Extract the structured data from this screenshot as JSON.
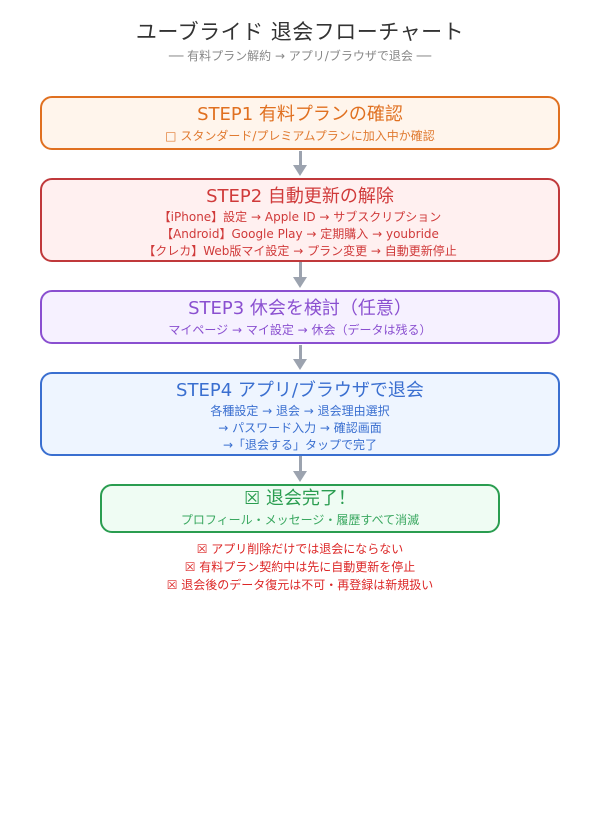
{
  "header": {
    "title": "ユーブライド 退会フローチャート",
    "subtitle": "── 有料プラン解約 → アプリ/ブラウザで退会 ──"
  },
  "steps": [
    {
      "title": "STEP1 有料プランの確認",
      "lines": [
        "□ スタンダード/プレミアムプランに加入中か確認"
      ],
      "color": "#e07020",
      "bg": "#fff5ec"
    },
    {
      "title": "STEP2 自動更新の解除",
      "lines": [
        "【iPhone】設定 → Apple ID → サブスクリプション",
        "【Android】Google Play → 定期購入 → youbride",
        "【クレカ】Web版マイ設定 → プラン変更 → 自動更新停止"
      ],
      "color": "#d03a3a",
      "bg": "#fff0f0"
    },
    {
      "title": "STEP3 休会を検討（任意）",
      "lines": [
        "マイページ → マイ設定 → 休会（データは残る）"
      ],
      "color": "#8a4fd0",
      "bg": "#f6f1ff"
    },
    {
      "title": "STEP4 アプリ/ブラウザで退会",
      "lines": [
        "各種設定 → 退会 → 退会理由選択",
        "→ パスワード入力 → 確認画面",
        "→「退会する」タップで完了"
      ],
      "color": "#3a6fd0",
      "bg": "#eef5ff"
    }
  ],
  "final": {
    "title": "☒ 退会完了！",
    "line": "プロフィール・メッセージ・履歴すべて消滅",
    "color": "#2a9d50",
    "bg": "#effcf3"
  },
  "notes": [
    "☒ アプリ削除だけでは退会にならない",
    "☒ 有料プラン契約中は先に自動更新を停止",
    "☒ 退会後のデータ復元は不可・再登録は新規扱い"
  ],
  "colors": {
    "arrow": "#9ca3af",
    "note": "#dc2626"
  }
}
